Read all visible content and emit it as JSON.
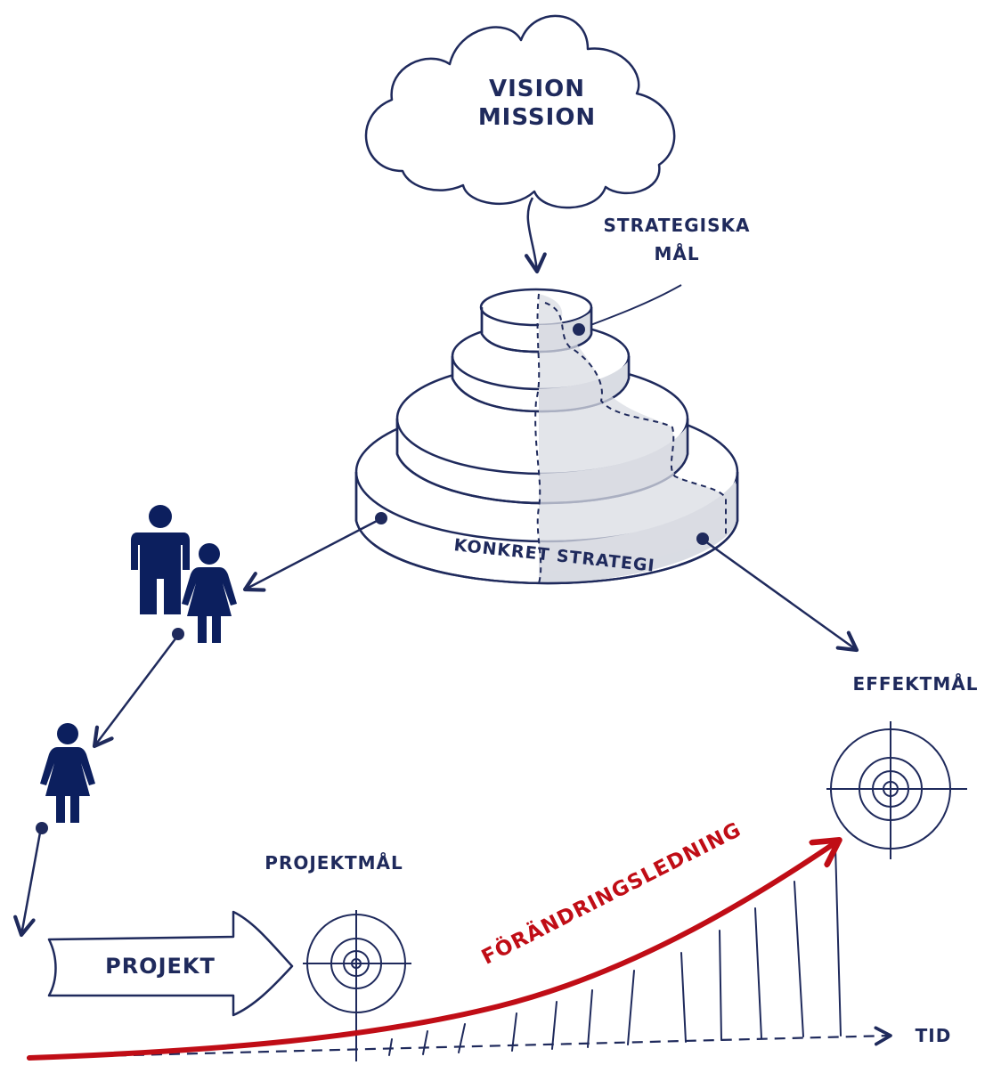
{
  "vision": {
    "line1": "VISION",
    "line2": "MISSION"
  },
  "strategic_goals": {
    "line1": "STRATEGISKA",
    "line2": "MÅL"
  },
  "concrete_strategy": "KONKRET STRATEGI",
  "effect_goal": "EFFEKTMÅL",
  "project_goal": "PROJEKTMÅL",
  "project": "PROJEKT",
  "change_management": "FÖRÄNDRINGSLEDNING",
  "time_axis": "TID",
  "colors": {
    "ink": "#1f2a5c",
    "people": "#0c1f5e",
    "accent_red": "#c00d16",
    "shade": "#d9dce3"
  },
  "icons": [
    "cloud-icon",
    "person-male-icon",
    "person-female-icon",
    "target-icon",
    "arrow-shape-icon"
  ]
}
